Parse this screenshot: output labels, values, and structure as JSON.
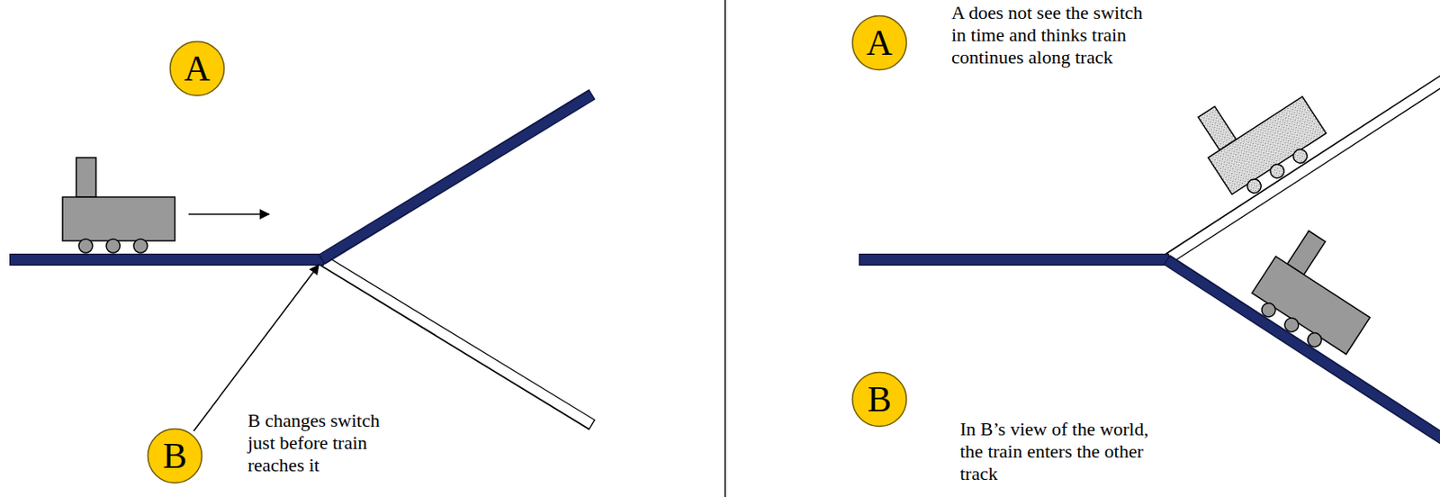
{
  "diagram": {
    "nodes": [
      {
        "text": [
          "A"
        ]
      },
      {
        "text": [
          "B"
        ]
      },
      {
        "text": [
          "A"
        ]
      },
      {
        "text": [
          "B"
        ]
      }
    ],
    "labels": [
      "B changes switch just before train reaches it",
      "A does not see the switch in time and thinks train continues along track",
      "In B’s view of the world, the train enters the other track"
    ]
  }
}
